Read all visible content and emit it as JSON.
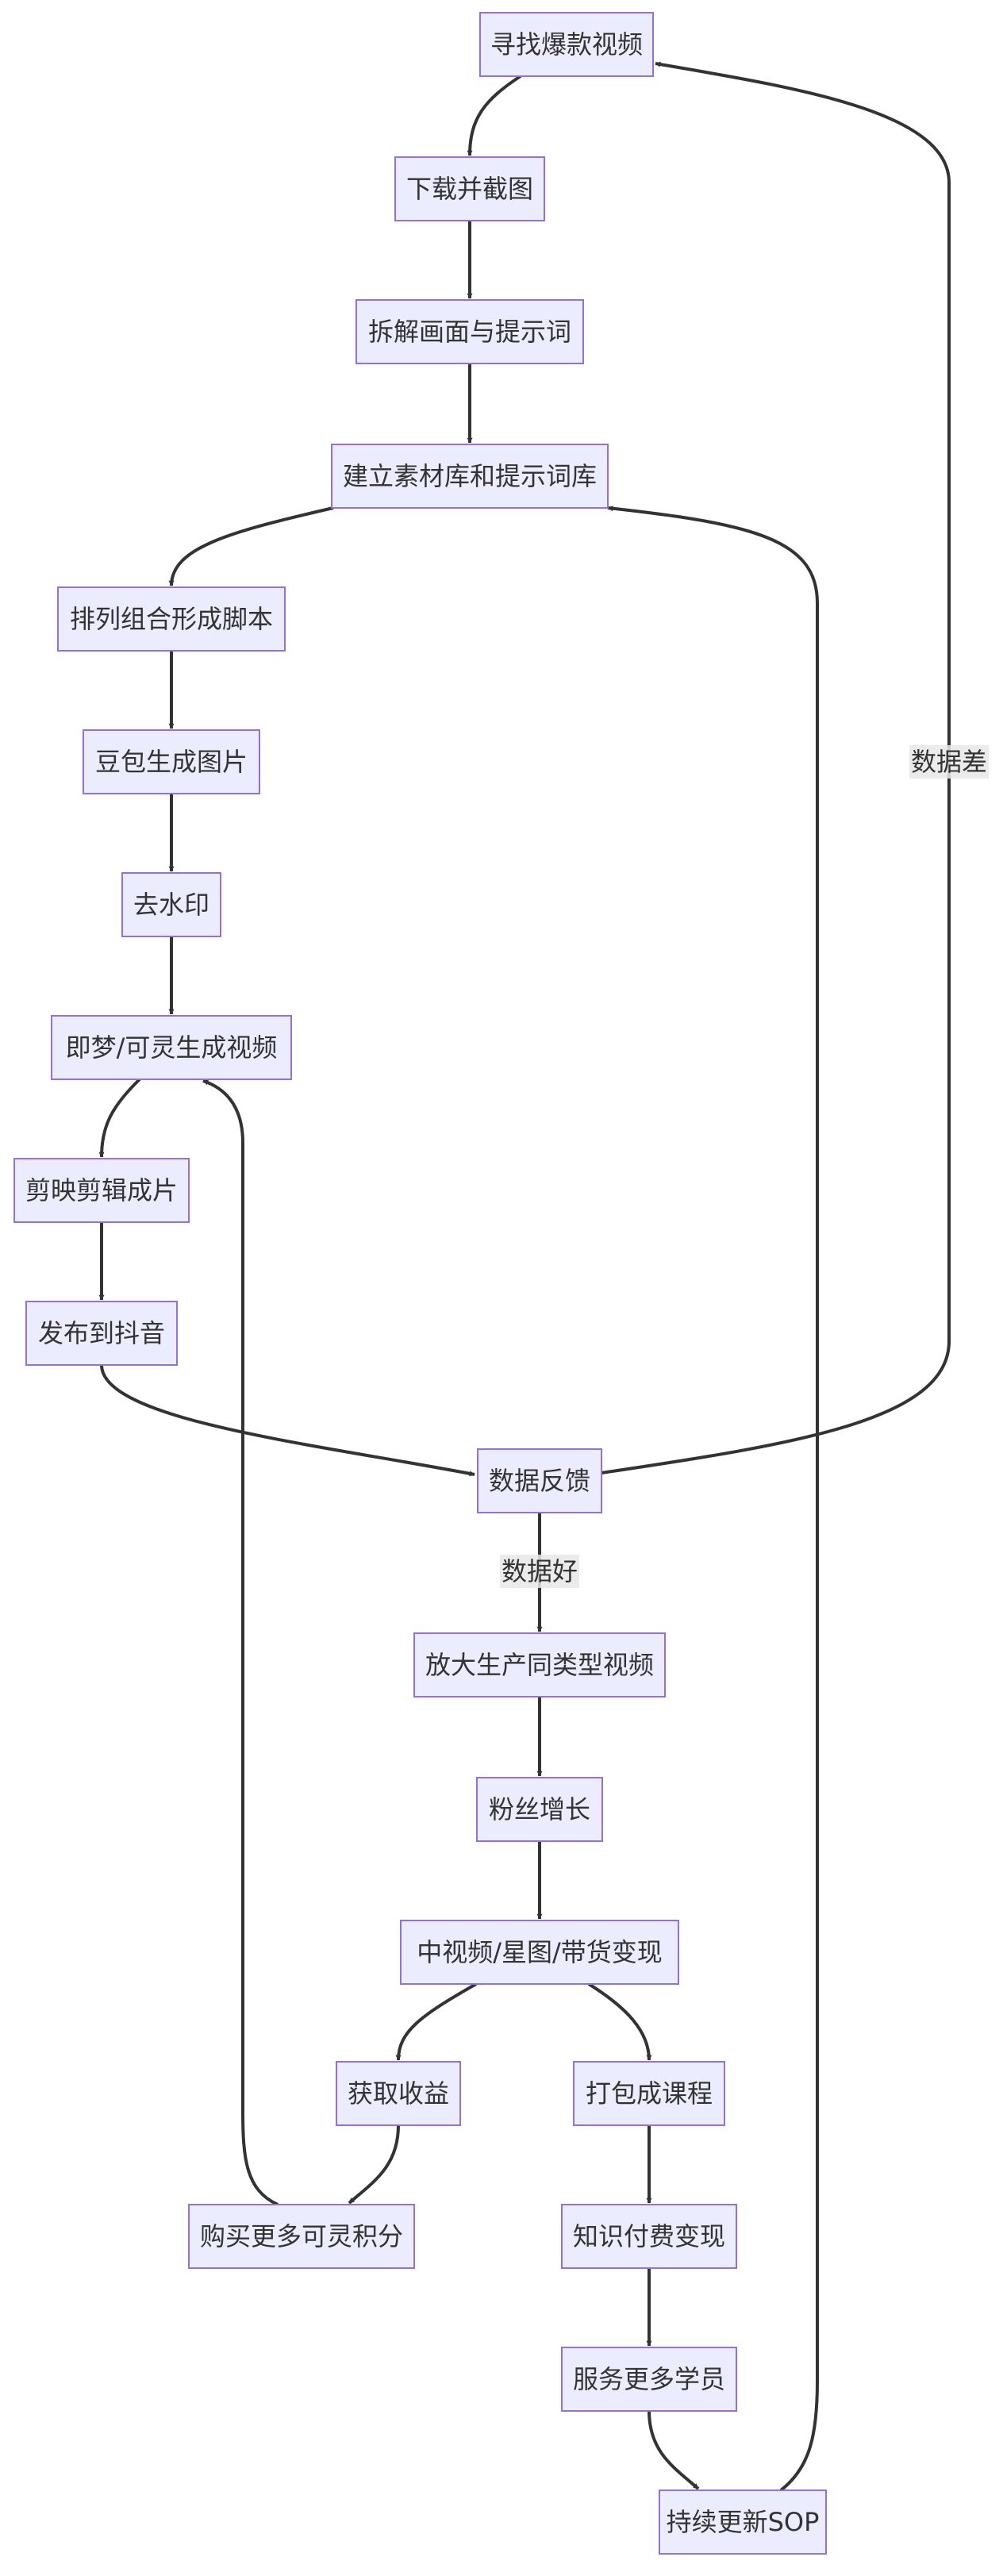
{
  "nodes": [
    {
      "id": "find",
      "label": "寻找爆款视频"
    },
    {
      "id": "download",
      "label": "下载并截图"
    },
    {
      "id": "dissect",
      "label": "拆解画面与提示词"
    },
    {
      "id": "library",
      "label": "建立素材库和提示词库"
    },
    {
      "id": "script",
      "label": "排列组合形成脚本"
    },
    {
      "id": "doubao",
      "label": "豆包生成图片"
    },
    {
      "id": "watermark",
      "label": "去水印"
    },
    {
      "id": "jimeng",
      "label": "即梦/可灵生成视频"
    },
    {
      "id": "jianying",
      "label": "剪映剪辑成片"
    },
    {
      "id": "publish",
      "label": "发布到抖音"
    },
    {
      "id": "feedback",
      "label": "数据反馈"
    },
    {
      "id": "scale",
      "label": "放大生产同类型视频"
    },
    {
      "id": "fans",
      "label": "粉丝增长"
    },
    {
      "id": "monetize",
      "label": "中视频/星图/带货变现"
    },
    {
      "id": "income",
      "label": "获取收益"
    },
    {
      "id": "course",
      "label": "打包成课程"
    },
    {
      "id": "buy",
      "label": "购买更多可灵积分"
    },
    {
      "id": "knowledge",
      "label": "知识付费变现"
    },
    {
      "id": "students",
      "label": "服务更多学员"
    },
    {
      "id": "sop",
      "label": "持续更新SOP"
    }
  ],
  "edges": [
    {
      "id": "find-download",
      "from": "find",
      "to": "download",
      "label": ""
    },
    {
      "id": "download-dissect",
      "from": "download",
      "to": "dissect",
      "label": ""
    },
    {
      "id": "dissect-library",
      "from": "dissect",
      "to": "library",
      "label": ""
    },
    {
      "id": "library-script",
      "from": "library",
      "to": "script",
      "label": ""
    },
    {
      "id": "script-doubao",
      "from": "script",
      "to": "doubao",
      "label": ""
    },
    {
      "id": "doubao-watermark",
      "from": "doubao",
      "to": "watermark",
      "label": ""
    },
    {
      "id": "watermark-jimeng",
      "from": "watermark",
      "to": "jimeng",
      "label": ""
    },
    {
      "id": "jimeng-jianying",
      "from": "jimeng",
      "to": "jianying",
      "label": ""
    },
    {
      "id": "jianying-publish",
      "from": "jianying",
      "to": "publish",
      "label": ""
    },
    {
      "id": "publish-feedback",
      "from": "publish",
      "to": "feedback",
      "label": ""
    },
    {
      "id": "feedback-find",
      "from": "feedback",
      "to": "find",
      "label": "数据差"
    },
    {
      "id": "feedback-scale",
      "from": "feedback",
      "to": "scale",
      "label": "数据好"
    },
    {
      "id": "scale-fans",
      "from": "scale",
      "to": "fans",
      "label": ""
    },
    {
      "id": "fans-monetize",
      "from": "fans",
      "to": "monetize",
      "label": ""
    },
    {
      "id": "monetize-income",
      "from": "monetize",
      "to": "income",
      "label": ""
    },
    {
      "id": "monetize-course",
      "from": "monetize",
      "to": "course",
      "label": ""
    },
    {
      "id": "income-buy",
      "from": "income",
      "to": "buy",
      "label": ""
    },
    {
      "id": "buy-jimeng",
      "from": "buy",
      "to": "jimeng",
      "label": ""
    },
    {
      "id": "course-knowledge",
      "from": "course",
      "to": "knowledge",
      "label": ""
    },
    {
      "id": "knowledge-students",
      "from": "knowledge",
      "to": "students",
      "label": ""
    },
    {
      "id": "students-sop",
      "from": "students",
      "to": "sop",
      "label": ""
    },
    {
      "id": "sop-library",
      "from": "sop",
      "to": "library",
      "label": ""
    }
  ],
  "colors": {
    "node_fill": "#ECECFF",
    "node_stroke": "#9370DB",
    "edge": "#333333",
    "text": "#333333",
    "edge_label_bg": "#e8e8e8"
  }
}
